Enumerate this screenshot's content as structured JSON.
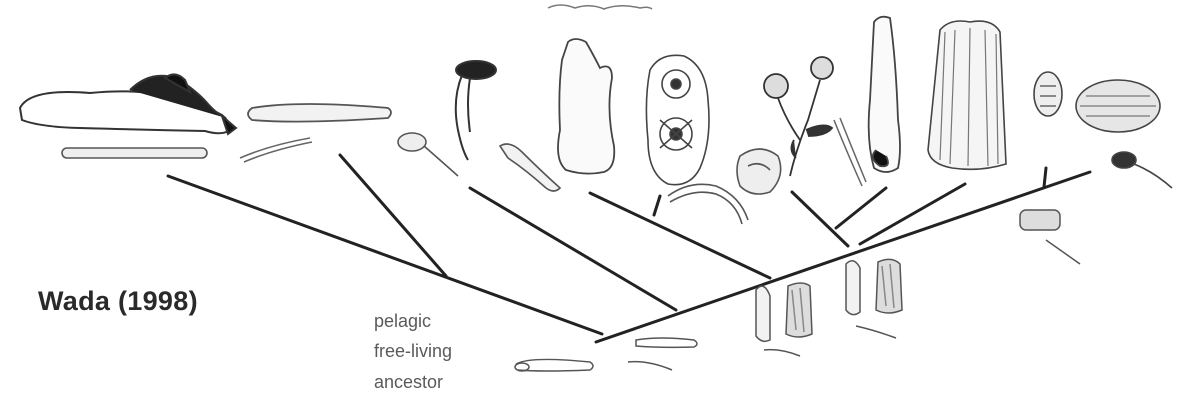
{
  "citation": "Wada (1998)",
  "ancestor_label": {
    "line1": "pelagic",
    "line2": "free-living",
    "line3": "ancestor"
  }
}
